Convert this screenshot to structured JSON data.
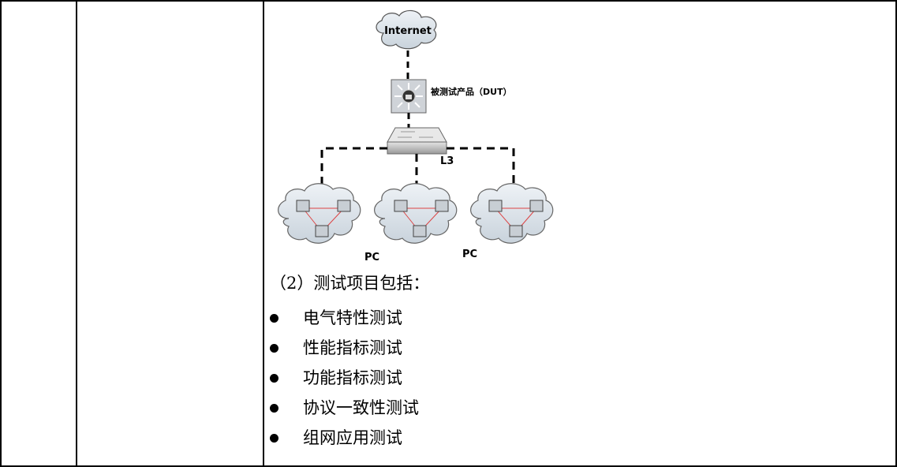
{
  "diagram": {
    "internet_label": "Internet",
    "dut_label": "被测试产品（DUT）",
    "switch_label": "L3",
    "pc_label_1": "PC",
    "pc_label_2": "PC"
  },
  "section": {
    "heading": "（2）测试项目包括：",
    "items": [
      "电气特性测试",
      "性能指标测试",
      "功能指标测试",
      "协议一致性测试",
      "组网应用测试"
    ]
  }
}
